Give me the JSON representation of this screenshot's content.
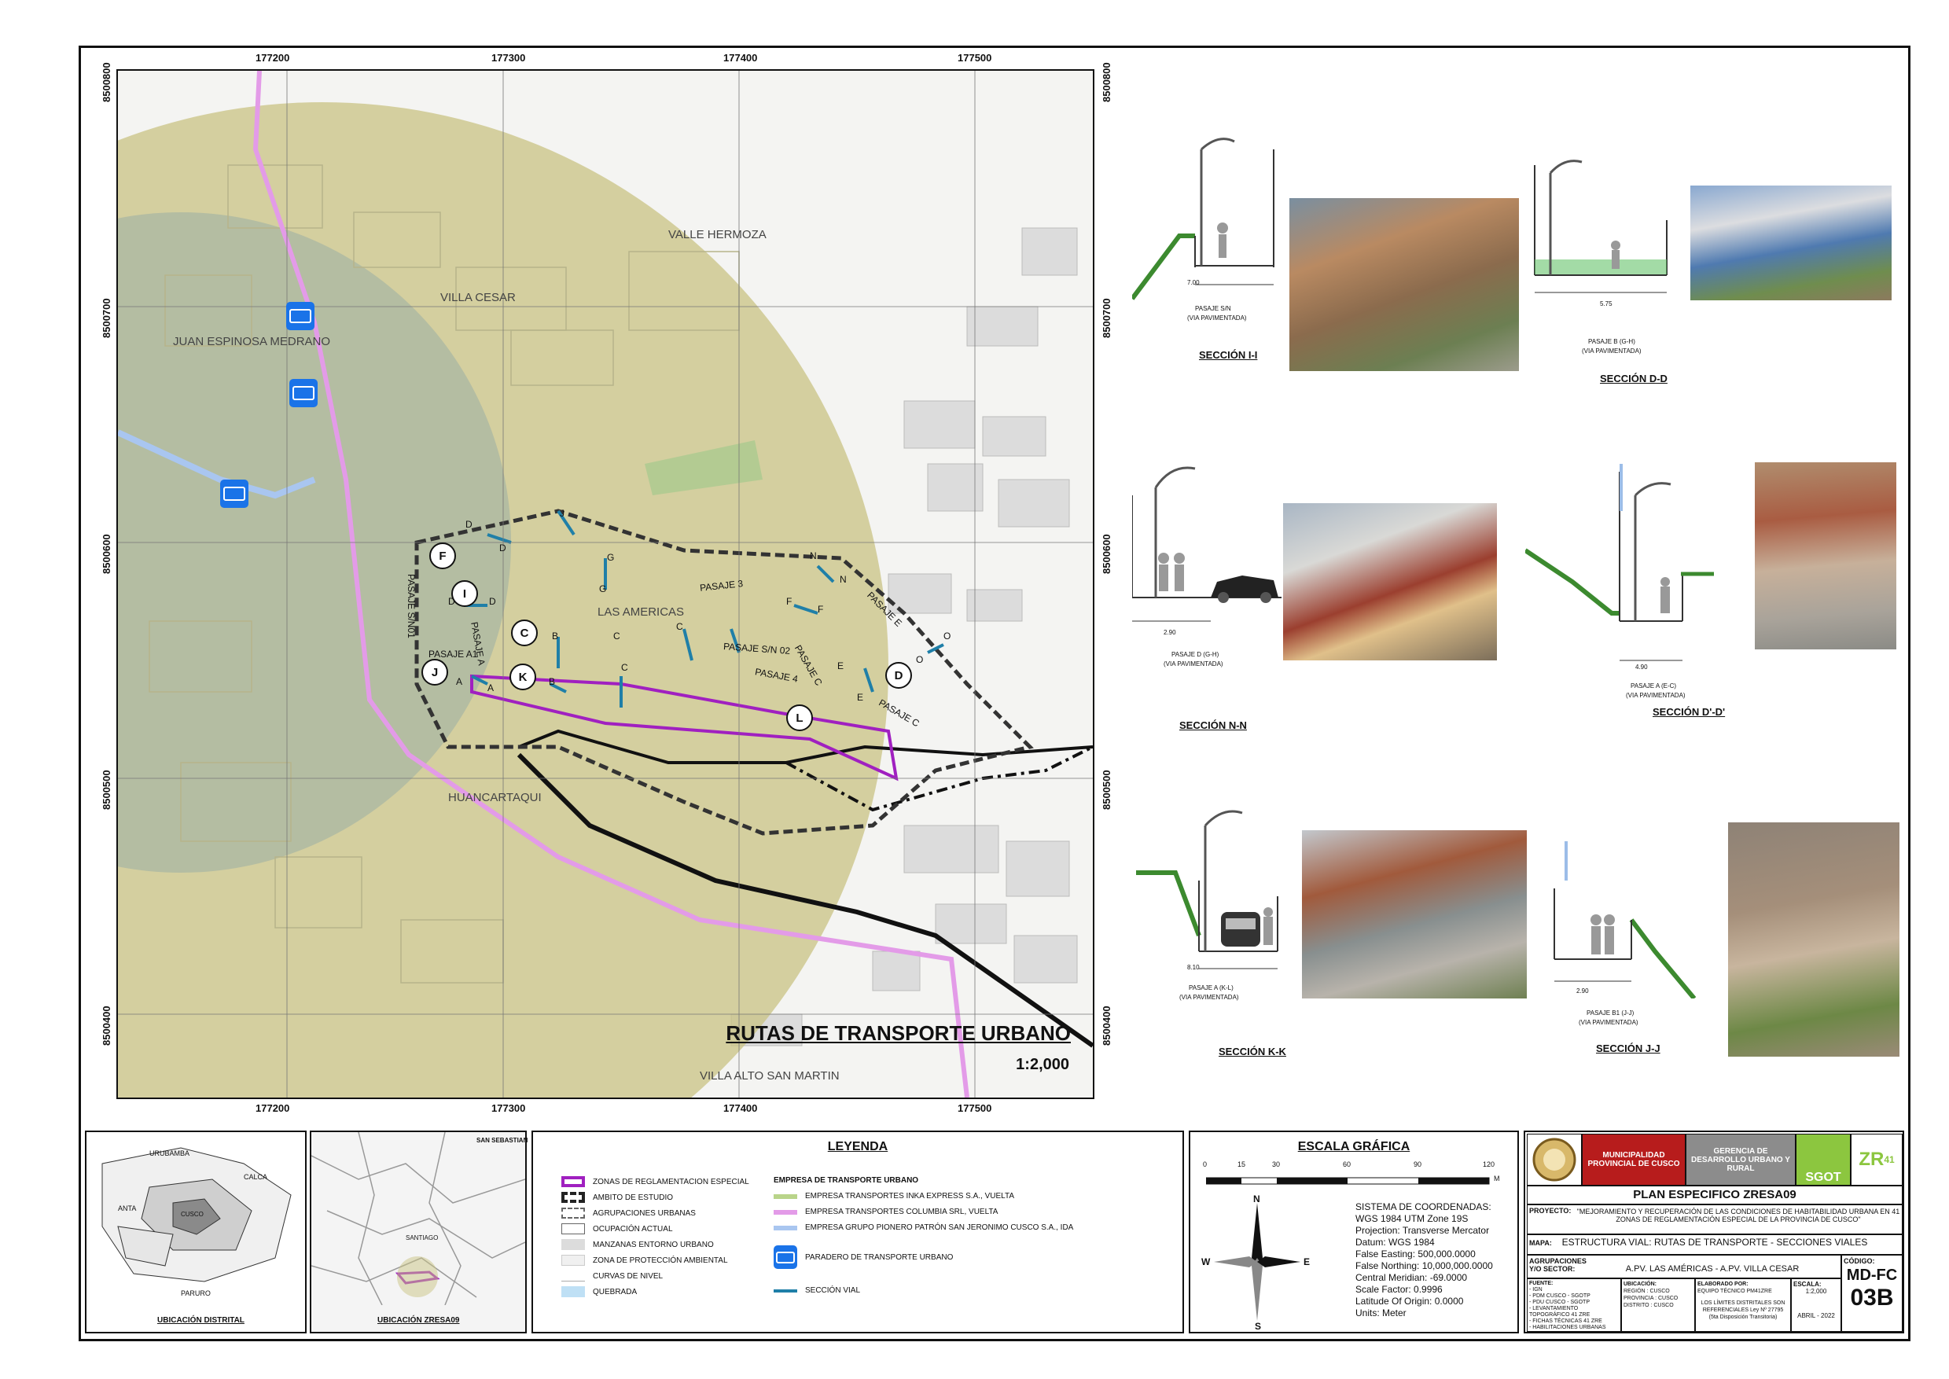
{
  "map": {
    "title": "RUTAS DE TRANSPORTE URBANO",
    "scale": "1:2,000",
    "x_ticks": [
      "177200",
      "177300",
      "177400",
      "177500"
    ],
    "y_ticks": [
      "8500800",
      "8500700",
      "8500600",
      "8500500",
      "8500400"
    ],
    "places": [
      "VALLE HERMOZA",
      "VILLA CESAR",
      "JUAN ESPINOSA MEDRANO",
      "LAS AMERICAS",
      "HUANCARTAQUI",
      "VILLA ALTO SAN MARTIN"
    ],
    "pasajes": [
      "PASAJE 3",
      "PASAJE S/N 02",
      "PASAJE 4",
      "PASAJE A1",
      "PASAJE S/N01",
      "PASAJE A",
      "PASAJE C",
      "PASAJE E",
      "PASAJE C"
    ],
    "section_markers": [
      "F",
      "I",
      "C",
      "J",
      "K",
      "L",
      "D"
    ],
    "section_letters": [
      "D",
      "D",
      "J",
      "G",
      "G",
      "D",
      "D",
      "B",
      "C",
      "C",
      "C",
      "F",
      "F",
      "N",
      "N",
      "E",
      "E",
      "A",
      "A",
      "B",
      "O",
      "O"
    ]
  },
  "sections": [
    {
      "label": "SECCIÓN I-I",
      "caption1": "PASAJE S/N",
      "caption2": "(VIA PAVIMENTADA)",
      "dim": "7.00"
    },
    {
      "label": "SECCIÓN D-D",
      "caption1": "PASAJE B (G-H)",
      "caption2": "(VIA PAVIMENTADA)",
      "dim": "5.75"
    },
    {
      "label": "SECCIÓN N-N",
      "caption1": "PASAJE D (G-H)",
      "caption2": "(VIA PAVIMENTADA)",
      "dim": "2.90"
    },
    {
      "label": "SECCIÓN D'-D'",
      "caption1": "PASAJE A (E-C)",
      "caption2": "(VIA PAVIMENTADA)",
      "dim": "4.90"
    },
    {
      "label": "SECCIÓN K-K",
      "caption1": "PASAJE A (K-L)",
      "caption2": "(VIA PAVIMENTADA)",
      "dim": "8.10"
    },
    {
      "label": "SECCIÓN J-J",
      "caption1": "PASAJE B1 (J-J)",
      "caption2": "(VIA PAVIMENTADA)",
      "dim": "2.90"
    }
  ],
  "location": {
    "district_title": "UBICACIÓN DISTRITAL",
    "zone_title": "UBICACIÓN ZRESA09",
    "district_labels": [
      "URUBAMBA",
      "CALCA",
      "ANTA",
      "CUSCO",
      "PARURO"
    ],
    "zone_labels": [
      "SAN SEBASTIAN",
      "SANTIAGO"
    ]
  },
  "legend": {
    "title": "LEYENDA",
    "items_left": [
      "ZONAS DE REGLAMENTACION ESPECIAL",
      "AMBITO DE ESTUDIO",
      "AGRUPACIONES URBANAS",
      "OCUPACIÓN ACTUAL",
      "MANZANAS ENTORNO URBANO",
      "ZONA DE PROTECCIÓN AMBIENTAL",
      "CURVAS DE NIVEL",
      "QUEBRADA"
    ],
    "transport_title": "EMPRESA DE TRANSPORTE URBANO",
    "items_right": [
      "EMPRESA TRANSPORTES INKA EXPRESS S.A., VUELTA",
      "EMPRESA TRANSPORTES COLUMBIA SRL, VUELTA",
      "EMPRESA GRUPO PIONERO PATRÓN SAN JERONIMO CUSCO S.A., IDA"
    ],
    "bus_stop": "PARADERO DE TRANSPORTE URBANO",
    "seccion_vial": "SECCIÓN VIAL",
    "colors": {
      "inka": "#b9d48a",
      "columbia": "#e39be8",
      "pionero": "#a9c6f0",
      "zre": "#a020c0",
      "seccion": "#1f7fa8"
    }
  },
  "scale_box": {
    "title": "ESCALA GRÁFICA",
    "ticks": [
      "0",
      "15",
      "30",
      "60",
      "90",
      "120"
    ],
    "unit": "M",
    "coord_lines": [
      "SISTEMA DE COORDENADAS:",
      "WGS 1984 UTM Zone 19S",
      "Projection: Transverse Mercator",
      "Datum: WGS 1984",
      "False Easting: 500,000.0000",
      "False Northing: 10,000,000.0000",
      "Central Meridian: -69.0000",
      "Scale Factor: 0.9996",
      "Latitude Of Origin: 0.0000",
      "Units: Meter"
    ],
    "compass": {
      "n": "N",
      "s": "S",
      "e": "E",
      "w": "W"
    }
  },
  "title_block": {
    "muni": "MUNICIPALIDAD PROVINCIAL DE CUSCO",
    "gerencia": "GERENCIA DE DESARROLLO URBANO Y RURAL",
    "sgot": "SGOT",
    "zr": "ZR",
    "zr_num": "41",
    "plan": "PLAN ESPECIFICO ZRESA09",
    "proyecto_label": "PROYECTO:",
    "proyecto": "\"MEJORAMIENTO Y RECUPERACIÓN DE LAS CONDICIONES DE HABITABILIDAD URBANA EN 41 ZONAS DE REGLAMENTACIÓN ESPECIAL DE LA PROVINCIA DE CUSCO\"",
    "mapa_label": "MAPA:",
    "mapa": "ESTRUCTURA VIAL: RUTAS DE TRANSPORTE - SECCIONES VIALES",
    "agrup_label": "AGRUPACIONES Y/O SECTOR:",
    "agrup": "A.PV. LAS AMÉRICAS - A.PV. VILLA CESAR",
    "codigo_label": "CÓDIGO:",
    "code1": "MD-FC",
    "code2": "03B",
    "fuente_label": "FUENTE:",
    "fuente_lines": [
      "- IGN",
      "- PDM CUSCO - SGOTP",
      "- PDU CUSCO - SGOTP",
      "- LEVANTAMIENTO TOPOGRÁFICO 41 ZRE",
      "- FICHAS TÉCNICAS 41 ZRE",
      "- HABILITACIONES URBANAS"
    ],
    "ubicacion_label": "UBICACIÓN:",
    "ubicacion_lines": [
      "REGIÓN : CUSCO",
      "PROVINCIA : CUSCO",
      "DISTRITO : CUSCO"
    ],
    "elaborado_label": "ELABORADO POR:",
    "elaborado": "EQUIPO TÉCNICO PM41ZRE",
    "note": "LOS LÍMITES DISTRITALES SON REFERENCIALES Ley Nº 27795 (5ta Disposición Transitoria)",
    "escala_label": "ESCALA:",
    "escala": "1:2,000",
    "fecha": "ABRIL - 2022"
  }
}
